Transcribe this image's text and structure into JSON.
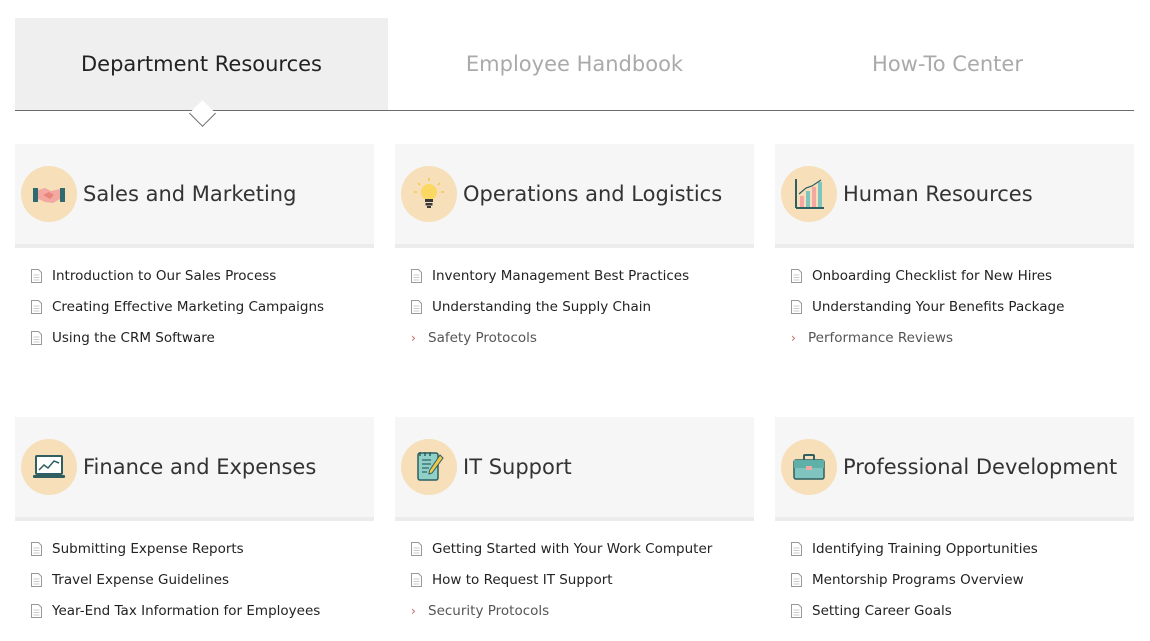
{
  "tabs": [
    {
      "label": "Department Resources",
      "active": true
    },
    {
      "label": "Employee Handbook",
      "active": false
    },
    {
      "label": "How-To Center",
      "active": false
    }
  ],
  "cards": [
    {
      "title": "Sales and Marketing",
      "icon": "handshake-icon",
      "items": [
        {
          "label": "Introduction to Our Sales Process",
          "type": "doc"
        },
        {
          "label": "Creating Effective Marketing Campaigns",
          "type": "doc"
        },
        {
          "label": "Using the CRM Software",
          "type": "doc"
        }
      ]
    },
    {
      "title": "Operations and Logistics",
      "icon": "lightbulb-icon",
      "items": [
        {
          "label": "Inventory Management Best Practices",
          "type": "doc"
        },
        {
          "label": "Understanding the Supply Chain",
          "type": "doc"
        },
        {
          "label": "Safety Protocols",
          "type": "folder"
        }
      ]
    },
    {
      "title": "Human Resources",
      "icon": "bar-chart-icon",
      "items": [
        {
          "label": "Onboarding Checklist for New Hires",
          "type": "doc"
        },
        {
          "label": "Understanding Your Benefits Package",
          "type": "doc"
        },
        {
          "label": "Performance Reviews",
          "type": "folder"
        }
      ]
    },
    {
      "title": "Finance and Expenses",
      "icon": "laptop-chart-icon",
      "items": [
        {
          "label": "Submitting Expense Reports",
          "type": "doc"
        },
        {
          "label": "Travel Expense Guidelines",
          "type": "doc"
        },
        {
          "label": "Year-End Tax Information for Employees",
          "type": "doc"
        }
      ]
    },
    {
      "title": "IT Support",
      "icon": "notepad-pencil-icon",
      "items": [
        {
          "label": "Getting Started with Your Work Computer",
          "type": "doc"
        },
        {
          "label": "How to Request IT Support",
          "type": "doc"
        },
        {
          "label": "Security Protocols",
          "type": "folder"
        }
      ]
    },
    {
      "title": "Professional Development",
      "icon": "briefcase-icon",
      "items": [
        {
          "label": "Identifying Training Opportunities",
          "type": "doc"
        },
        {
          "label": "Mentorship Programs Overview",
          "type": "doc"
        },
        {
          "label": "Setting Career Goals",
          "type": "doc"
        }
      ]
    }
  ],
  "colors": {
    "icon_circle": "#f6dfb9",
    "tab_active_bg": "#efefef",
    "card_head_bg": "#f6f6f6",
    "chevron": "#c06060"
  }
}
